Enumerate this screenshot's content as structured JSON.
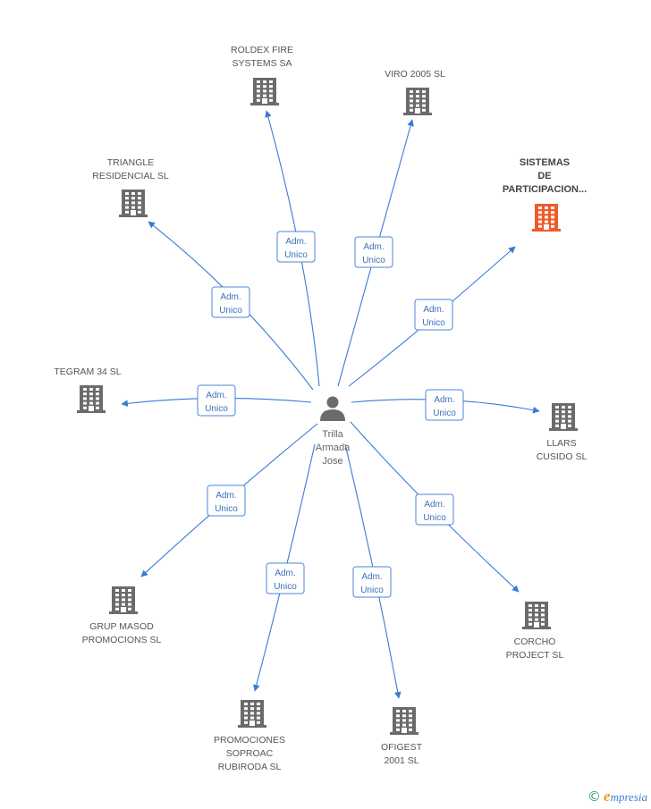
{
  "center": {
    "label_lines": [
      "Trilla",
      "Armada",
      "Jose"
    ],
    "icon": "person-icon"
  },
  "colors": {
    "edge": "#3a7bd5",
    "company_icon": "#6b6b6b",
    "highlight_icon": "#ee5a2a"
  },
  "companies": [
    {
      "id": "roldex",
      "label_lines": [
        "ROLDEX FIRE",
        "SYSTEMS SA"
      ],
      "highlight": false,
      "relation": [
        "Adm.",
        "Unico"
      ]
    },
    {
      "id": "viro",
      "label_lines": [
        "VIRO 2005 SL"
      ],
      "highlight": false,
      "relation": [
        "Adm.",
        "Unico"
      ]
    },
    {
      "id": "sistemas",
      "label_lines": [
        "SISTEMAS",
        "DE",
        "PARTICIPACION..."
      ],
      "highlight": true,
      "relation": [
        "Adm.",
        "Unico"
      ]
    },
    {
      "id": "triangle",
      "label_lines": [
        "TRIANGLE",
        "RESIDENCIAL SL"
      ],
      "highlight": false,
      "relation": [
        "Adm.",
        "Unico"
      ]
    },
    {
      "id": "tegram",
      "label_lines": [
        "TEGRAM 34 SL"
      ],
      "highlight": false,
      "relation": [
        "Adm.",
        "Unico"
      ]
    },
    {
      "id": "llars",
      "label_lines": [
        "LLARS",
        "CUSIDO SL"
      ],
      "highlight": false,
      "relation": [
        "Adm.",
        "Unico"
      ]
    },
    {
      "id": "grup",
      "label_lines": [
        "GRUP MASOD",
        "PROMOCIONS SL"
      ],
      "highlight": false,
      "relation": [
        "Adm.",
        "Unico"
      ]
    },
    {
      "id": "corcho",
      "label_lines": [
        "CORCHO",
        "PROJECT SL"
      ],
      "highlight": false,
      "relation": [
        "Adm.",
        "Unico"
      ]
    },
    {
      "id": "promociones",
      "label_lines": [
        "PROMOCIONES",
        "SOPROAC",
        "RUBIRODA SL"
      ],
      "highlight": false,
      "relation": [
        "Adm.",
        "Unico"
      ]
    },
    {
      "id": "ofigest",
      "label_lines": [
        "OFIGEST",
        "2001 SL"
      ],
      "highlight": false,
      "relation": [
        "Adm.",
        "Unico"
      ]
    }
  ],
  "footer": {
    "copyright": "©",
    "brand_e": "e",
    "brand_rest": "mpresia"
  }
}
